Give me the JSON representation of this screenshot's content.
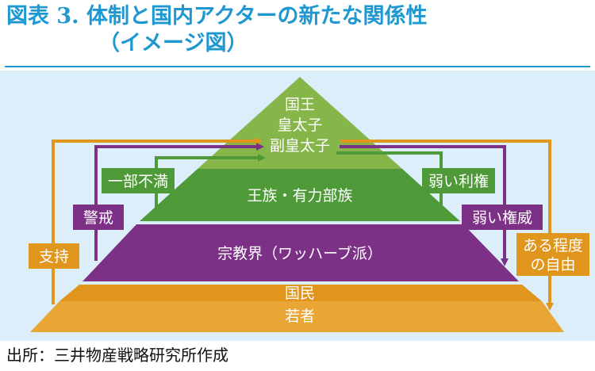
{
  "title": {
    "line1": "図表 3. 体制と国内アクターの新たな関係性",
    "line2": "（イメージ図）"
  },
  "tiers": {
    "top": [
      "国王",
      "皇太子",
      "副皇太子"
    ],
    "royals": "王族・有力部族",
    "religious": "宗教界（ワッハーブ派）",
    "people": [
      "国民",
      "若者"
    ]
  },
  "labels": {
    "support": "支持",
    "vigilance": "警戒",
    "discontent": "一部不満",
    "weak_interest": "弱い利権",
    "weak_authority": "弱い権威",
    "freedom": [
      "ある程度",
      "の自由"
    ]
  },
  "source": "出所：三井物産戦略研究所作成",
  "colors": {
    "title": "#1f98d2",
    "background": "#dbeef9",
    "green_light": "#86b54a",
    "green_dark": "#4f9a38",
    "purple": "#7c3187",
    "orange": "#e0951d",
    "orange_light": "#e9a635"
  }
}
